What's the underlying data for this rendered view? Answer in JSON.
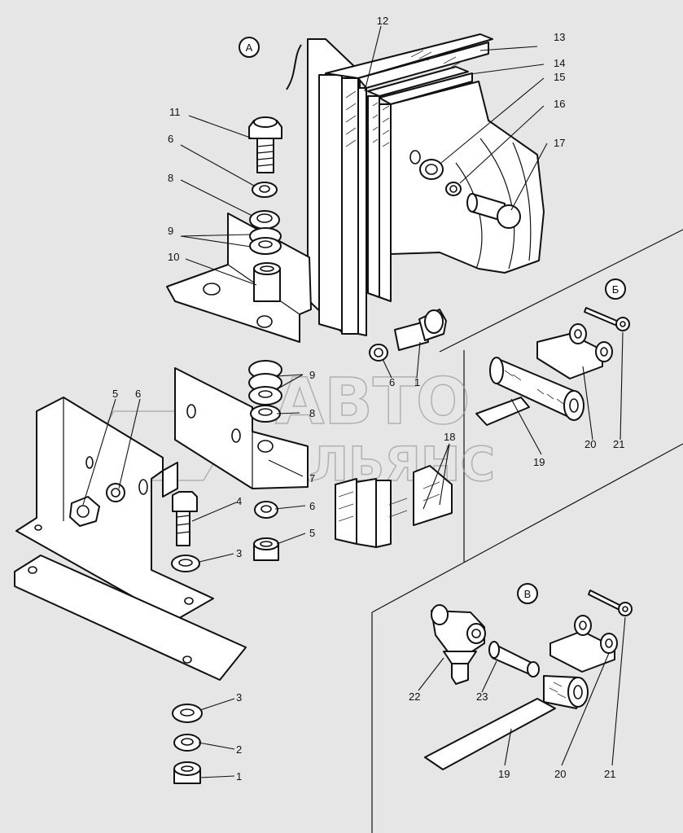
{
  "views": {
    "a": "А",
    "b": "Б",
    "v": "В"
  },
  "watermark": {
    "line1": "АВТО",
    "line2": "АЛЬЯНС"
  },
  "callouts": {
    "c12": "12",
    "c13": "13",
    "c14": "14",
    "c15": "15",
    "c16": "16",
    "c17": "17",
    "c11": "11",
    "c6a": "6",
    "c8a": "8",
    "c9a": "9",
    "c10": "10",
    "c6b": "6",
    "c1b": "1",
    "c9b": "9",
    "c8b": "8",
    "c7": "7",
    "c5a": "5",
    "c6c": "6",
    "c4": "4",
    "c6d": "6",
    "c5b": "5",
    "c3a": "3",
    "c3b": "3",
    "c2": "2",
    "c1a": "1",
    "c18": "18",
    "c19b": "19",
    "c20b": "20",
    "c21b": "21",
    "c22": "22",
    "c23": "23",
    "c19v": "19",
    "c20v": "20",
    "c21v": "21"
  },
  "colors": {
    "background": "#e6e6e6",
    "line": "#111111",
    "watermark": "#9a9a9a"
  }
}
